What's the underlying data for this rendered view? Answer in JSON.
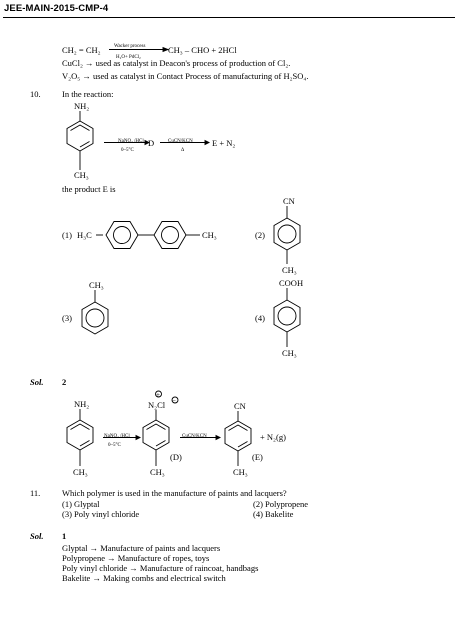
{
  "header": {
    "title": "JEE-MAIN-2015-CMP-4"
  },
  "top_lines": {
    "wacker_line_left": "CH₂ = CH₂",
    "wacker_arrow_top": "Wacker process",
    "wacker_arrow_bottom": "H₂O+ PdCl₂",
    "wacker_line_right": "CH₃ – CHO + 2HCl",
    "cucl2_line": "CuCl₂ → used as catalyst in Deacon's process of production of Cl₂.",
    "v2o5_line": "V₂O₅ → used as catalyst in Contact Process of manufacturing of H₂SO₄."
  },
  "q10": {
    "number": "10.",
    "stem": "In the reaction:",
    "nh2": "NH₂",
    "ch3": "CH₃",
    "arrow1_top": "NaNO₂ /HCl",
    "arrow1_bottom": "0–5°C",
    "d_label": "D",
    "arrow2_top": "CuCN/KCN",
    "arrow2_bottom": "Δ",
    "products": "E  +  N₂",
    "product_prompt": "the product E is",
    "opt1_num": "(1)",
    "opt1_left": "H₃C",
    "opt1_right": "CH₃",
    "opt2_num": "(2)",
    "opt2_top": "CN",
    "opt2_bottom": "CH₃",
    "opt3_num": "(3)",
    "opt3_top": "CH₃",
    "opt4_num": "(4)",
    "opt4_top": "COOH",
    "opt4_bottom": "CH₃"
  },
  "sol10": {
    "label": "Sol.",
    "answer": "2",
    "nh2": "NH₂",
    "ch3_a": "CH₃",
    "arrow1_top": "NaNO₂ /HCl",
    "arrow1_bottom": "0–5°C",
    "diazo": "N₂Cl",
    "diazo_plus": "+",
    "diazo_minus": "−",
    "ch3_b": "CH₃",
    "d_label": "(D)",
    "arrow2_top": "CuCN/KCN",
    "cn": "CN",
    "ch3_c": "CH₃",
    "e_label": "(E)",
    "n2g": "+  N₂(g)"
  },
  "q11": {
    "number": "11.",
    "stem": "Which polymer is used in the manufacture of paints and lacquers?",
    "opt1": "(1) Glyptal",
    "opt2": "(2) Polypropene",
    "opt3": "(3) Poly vinyl chloride",
    "opt4": "(4) Bakelite"
  },
  "sol11": {
    "label": "Sol.",
    "answer": "1",
    "line1": "Glyptal → Manufacture of paints and lacquers",
    "line2": "Polypropene → Manufacture of ropes, toys",
    "line3": "Poly vinyl chloride → Manufacture of raincoat, handbags",
    "line4": "Bakelite → Making combs and electrical switch"
  }
}
